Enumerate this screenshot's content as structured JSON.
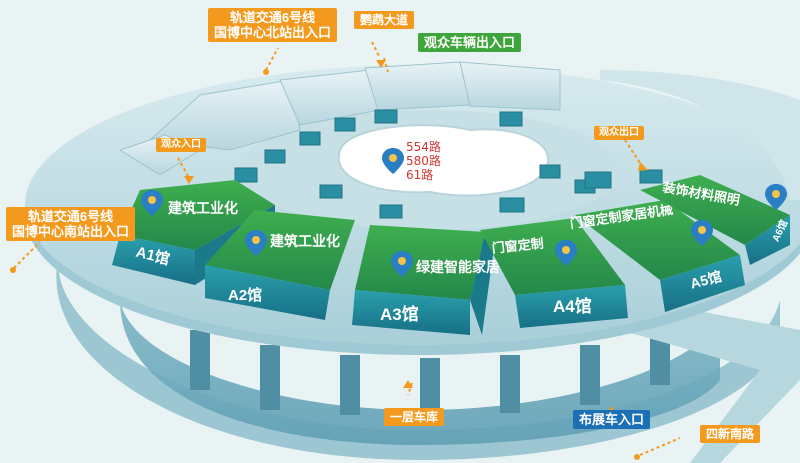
{
  "halls": [
    {
      "id": "A1",
      "name": "A1馆",
      "category": "建筑工业化"
    },
    {
      "id": "A2",
      "name": "A2馆",
      "category": "建筑工业化"
    },
    {
      "id": "A3",
      "name": "A3馆",
      "category": "绿建智能家居"
    },
    {
      "id": "A4",
      "name": "A4馆",
      "category": "门窗定制"
    },
    {
      "id": "A5",
      "name": "A5馆",
      "category": "门窗定制家居机械"
    },
    {
      "id": "A6",
      "name": "A6馆",
      "category": "装饰材料照明"
    }
  ],
  "labels": {
    "metro_north": [
      "轨道交通6号线",
      "国博中心北站出入口"
    ],
    "metro_south": [
      "轨道交通6号线",
      "国博中心南站出入口"
    ],
    "yingzun_avenue": "鹦鹉大道",
    "visitor_vehicle_entrance": "观众车辆出入口",
    "visitor_entrance": "观众入口",
    "visitor_exit": "观众出口",
    "ground_parking": "一层车库",
    "exhibitor_vehicle_entrance": "布展车入口",
    "sixin_south_road": "四新南路"
  },
  "bus_routes": [
    "554路",
    "580路",
    "61路"
  ],
  "colors": {
    "background": "#e9f3f4",
    "hall_top": "#2f9a45",
    "hall_front": "#1f8a9a",
    "label_orange": "#f39a1e",
    "label_green": "#3da53a",
    "label_blue": "#1b6fb5",
    "route_red": "#d4362f",
    "pin_blue": "#2a7fc4"
  }
}
